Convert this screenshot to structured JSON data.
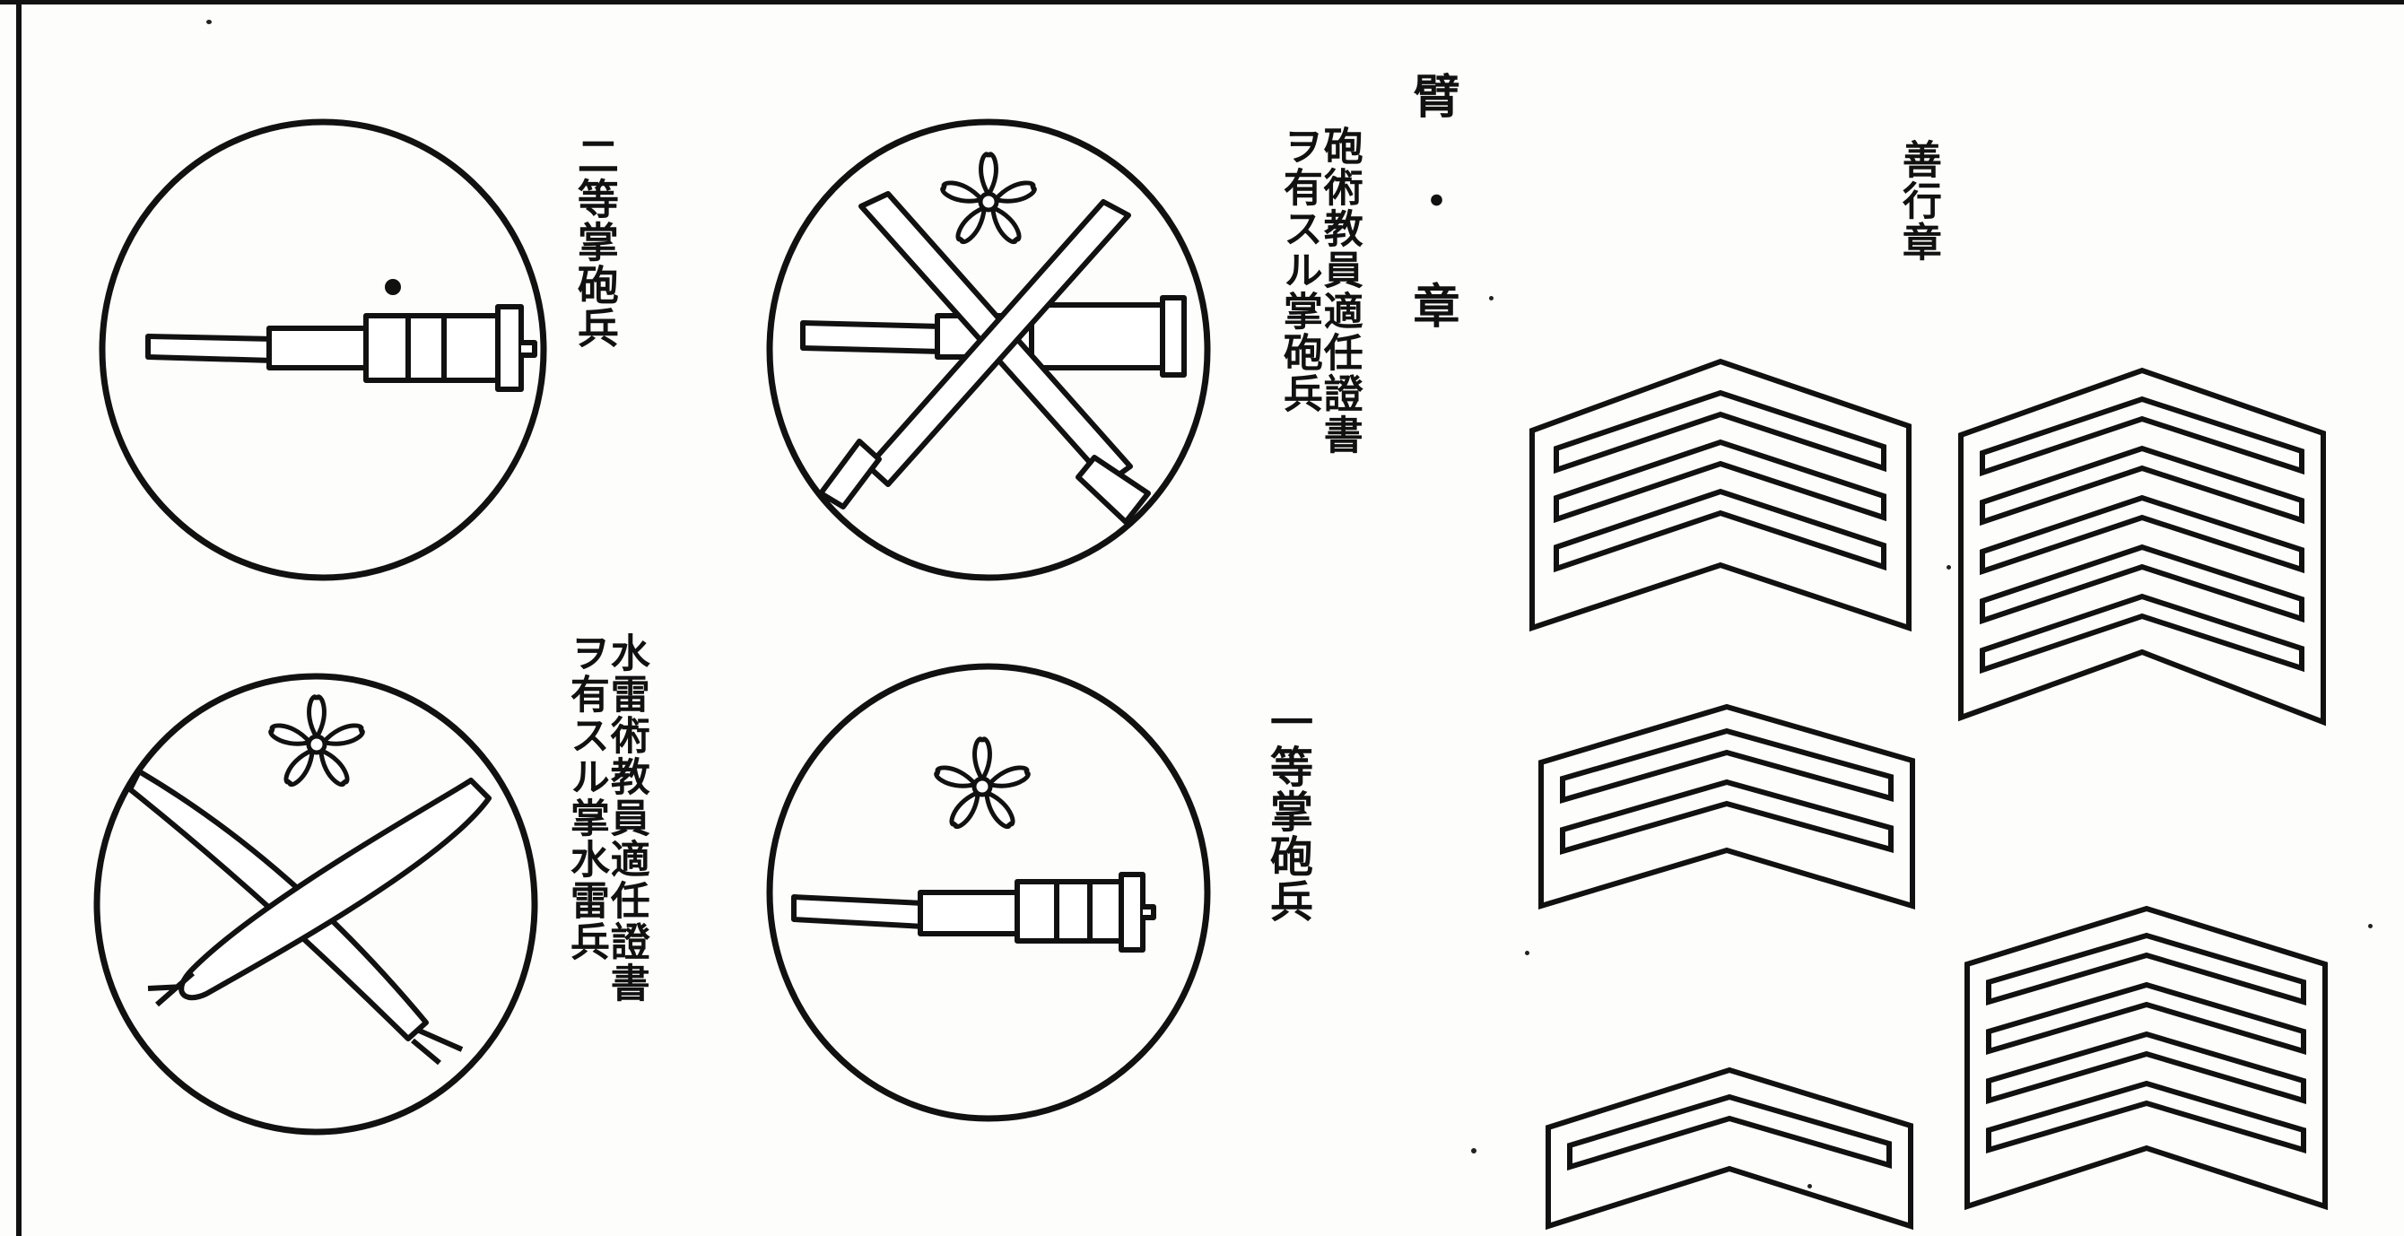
{
  "captions": {
    "second_class_gunner": "二等掌砲兵",
    "gunnery_instructor_line1": "砲術教員適任證書",
    "gunnery_instructor_line2": "ヲ有スル掌砲兵",
    "torpedo_instructor_line1": "水雷術教員適任證書",
    "torpedo_instructor_line2": "ヲ有スル掌水雷兵",
    "first_class_gunner": "一等掌砲兵",
    "arm_badge_heading": "臂 ・ 章",
    "good_conduct_heading": "善行章"
  },
  "colors": {
    "ink": "#111111",
    "paper": "#fdfdfb"
  }
}
